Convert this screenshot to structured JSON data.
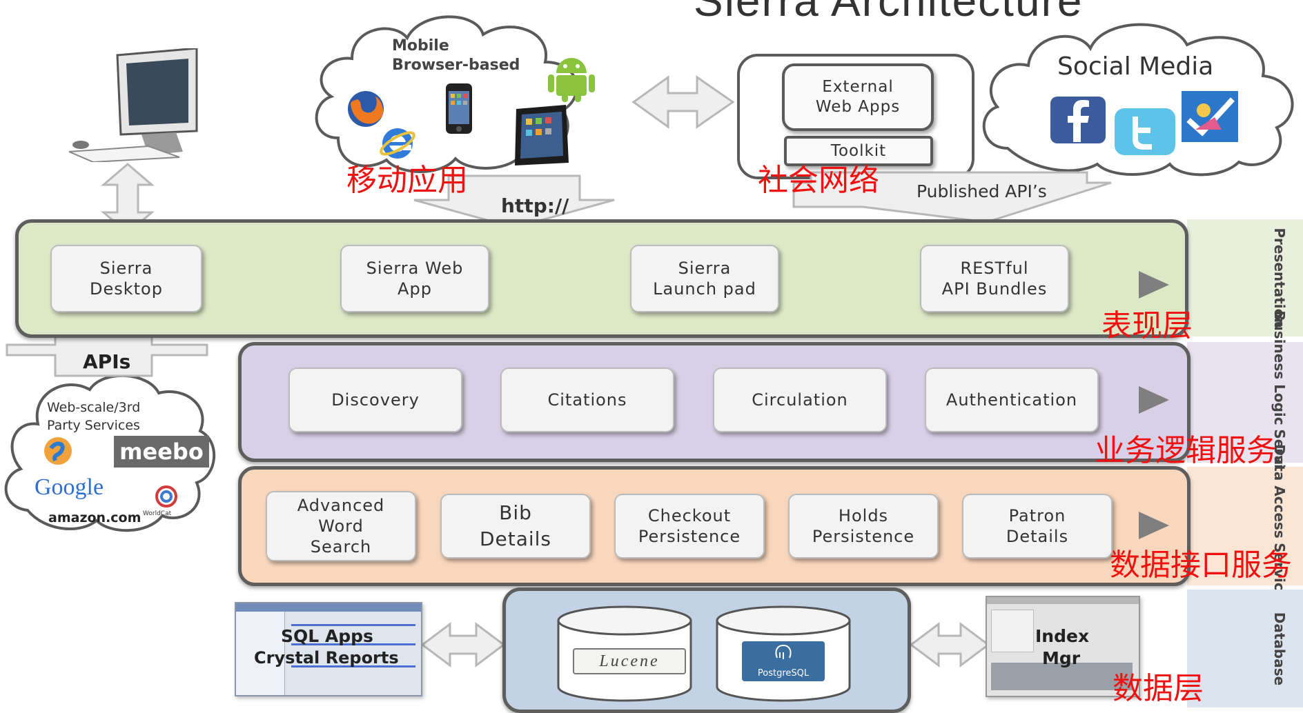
{
  "title": "Sierra Architecture",
  "top": {
    "mobile_cloud": {
      "line1": "Mobile",
      "line2": "Browser-based"
    },
    "external": {
      "line1": "External",
      "line2": "Web Apps",
      "toolkit": "Toolkit"
    },
    "social": {
      "label": "Social Media"
    },
    "http": "http://",
    "published_apis": "Published API’s"
  },
  "layers": {
    "presentation": {
      "side_label": "Presentation",
      "items": [
        {
          "line1": "Sierra",
          "line2": "Desktop"
        },
        {
          "line1": "Sierra Web",
          "line2": "App"
        },
        {
          "line1": "Sierra",
          "line2": "Launch pad"
        },
        {
          "line1": "RESTful",
          "line2": "API Bundles"
        }
      ]
    },
    "business": {
      "side_label_1": "Business Logic",
      "side_label_2": "Services",
      "items": [
        {
          "label": "Discovery"
        },
        {
          "label": "Citations"
        },
        {
          "label": "Circulation"
        },
        {
          "label": "Authentication"
        }
      ]
    },
    "data_access": {
      "side_label_1": "Data Access",
      "side_label_2": "Services",
      "items": [
        {
          "line1": "Advanced",
          "line2": "Word",
          "line3": "Search"
        },
        {
          "line1": "Bib",
          "line2": "Details"
        },
        {
          "line1": "Checkout",
          "line2": "Persistence"
        },
        {
          "line1": "Holds",
          "line2": "Persistence"
        },
        {
          "line1": "Patron",
          "line2": "Details"
        }
      ]
    },
    "database": {
      "side_label": "Database",
      "sql_apps": "SQL Apps",
      "crystal_reports": "Crystal Reports",
      "lucene": "Lucene",
      "postgres": "PostgreSQL",
      "index_line1": "Index",
      "index_line2": "Mgr"
    }
  },
  "left": {
    "apis": "APIs",
    "webscale_line1": "Web-scale/3rd",
    "webscale_line2": "Party Services",
    "meebo": "meebo",
    "google": "Google",
    "amazon": "amazon.com",
    "worldcat": "WorldCat"
  },
  "annotations": {
    "mobile": "移动应用",
    "social": "社会网络",
    "presentation": "表现层",
    "business": "业务逻辑服务",
    "data_access": "数据接口服务",
    "database": "数据层"
  },
  "colors": {
    "presentation": "#dde8c6",
    "business": "#d8d0e6",
    "data_access": "#f9d7bd",
    "database": "#c3d2e4",
    "annotation": "#f01010"
  },
  "icons": [
    "desktop-computer-icon",
    "firefox-icon",
    "internet-explorer-icon",
    "iphone-icon",
    "ipad-icon",
    "android-icon",
    "facebook-icon",
    "twitter-icon",
    "delicious-icon",
    "lucene-logo-icon",
    "postgresql-logo-icon"
  ]
}
